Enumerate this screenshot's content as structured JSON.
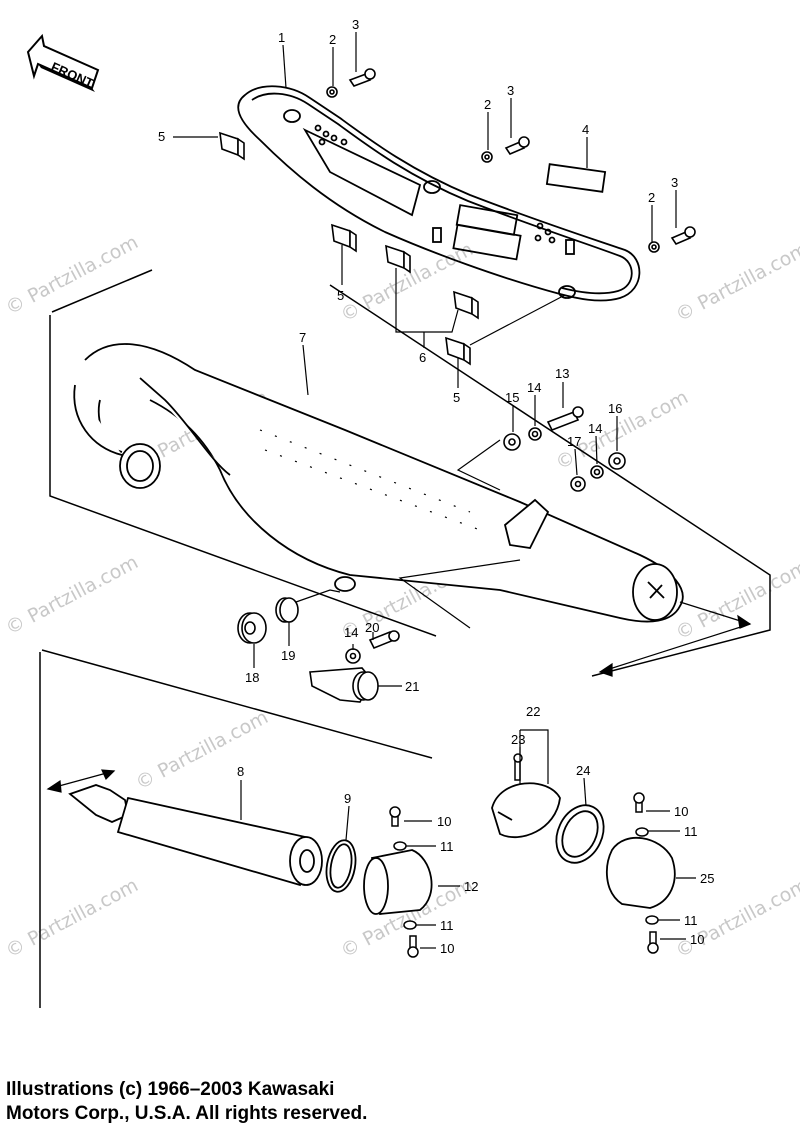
{
  "diagram": {
    "front_badge": "FRONT",
    "callouts": {
      "c1": "1",
      "c2a": "2",
      "c3a": "3",
      "c2b": "2",
      "c3b": "3",
      "c4": "4",
      "c2c": "2",
      "c3c": "3",
      "c5a": "5",
      "c5b": "5",
      "c6": "6",
      "c5c": "5",
      "c7": "7",
      "c13": "13",
      "c15": "15",
      "c14a": "14",
      "c16": "16",
      "c17": "17",
      "c14b": "14",
      "c18": "18",
      "c19": "19",
      "c14c": "14",
      "c20": "20",
      "c21": "21",
      "c8": "8",
      "c9": "9",
      "c10a": "10",
      "c11a": "11",
      "c12": "12",
      "c11b": "11",
      "c10b": "10",
      "c22": "22",
      "c23": "23",
      "c24": "24",
      "c10c": "10",
      "c11c": "11",
      "c25": "25",
      "c11d": "11",
      "c10d": "10"
    },
    "watermarks": [
      "© Partzilla.com",
      "© Partzilla.com",
      "© Partzilla.com",
      "© Partzilla.com",
      "© Partzilla.com",
      "© Partzilla.com",
      "© Partzilla.com",
      "© Partzilla.com",
      "© Partzilla.com",
      "© Partzilla.com",
      "© Partzilla.com",
      "© Partzilla.com"
    ]
  },
  "copyright": {
    "line1": "Illustrations (c) 1966–2003 Kawasaki",
    "line2": "Motors Corp., U.S.A.  All rights reserved."
  }
}
